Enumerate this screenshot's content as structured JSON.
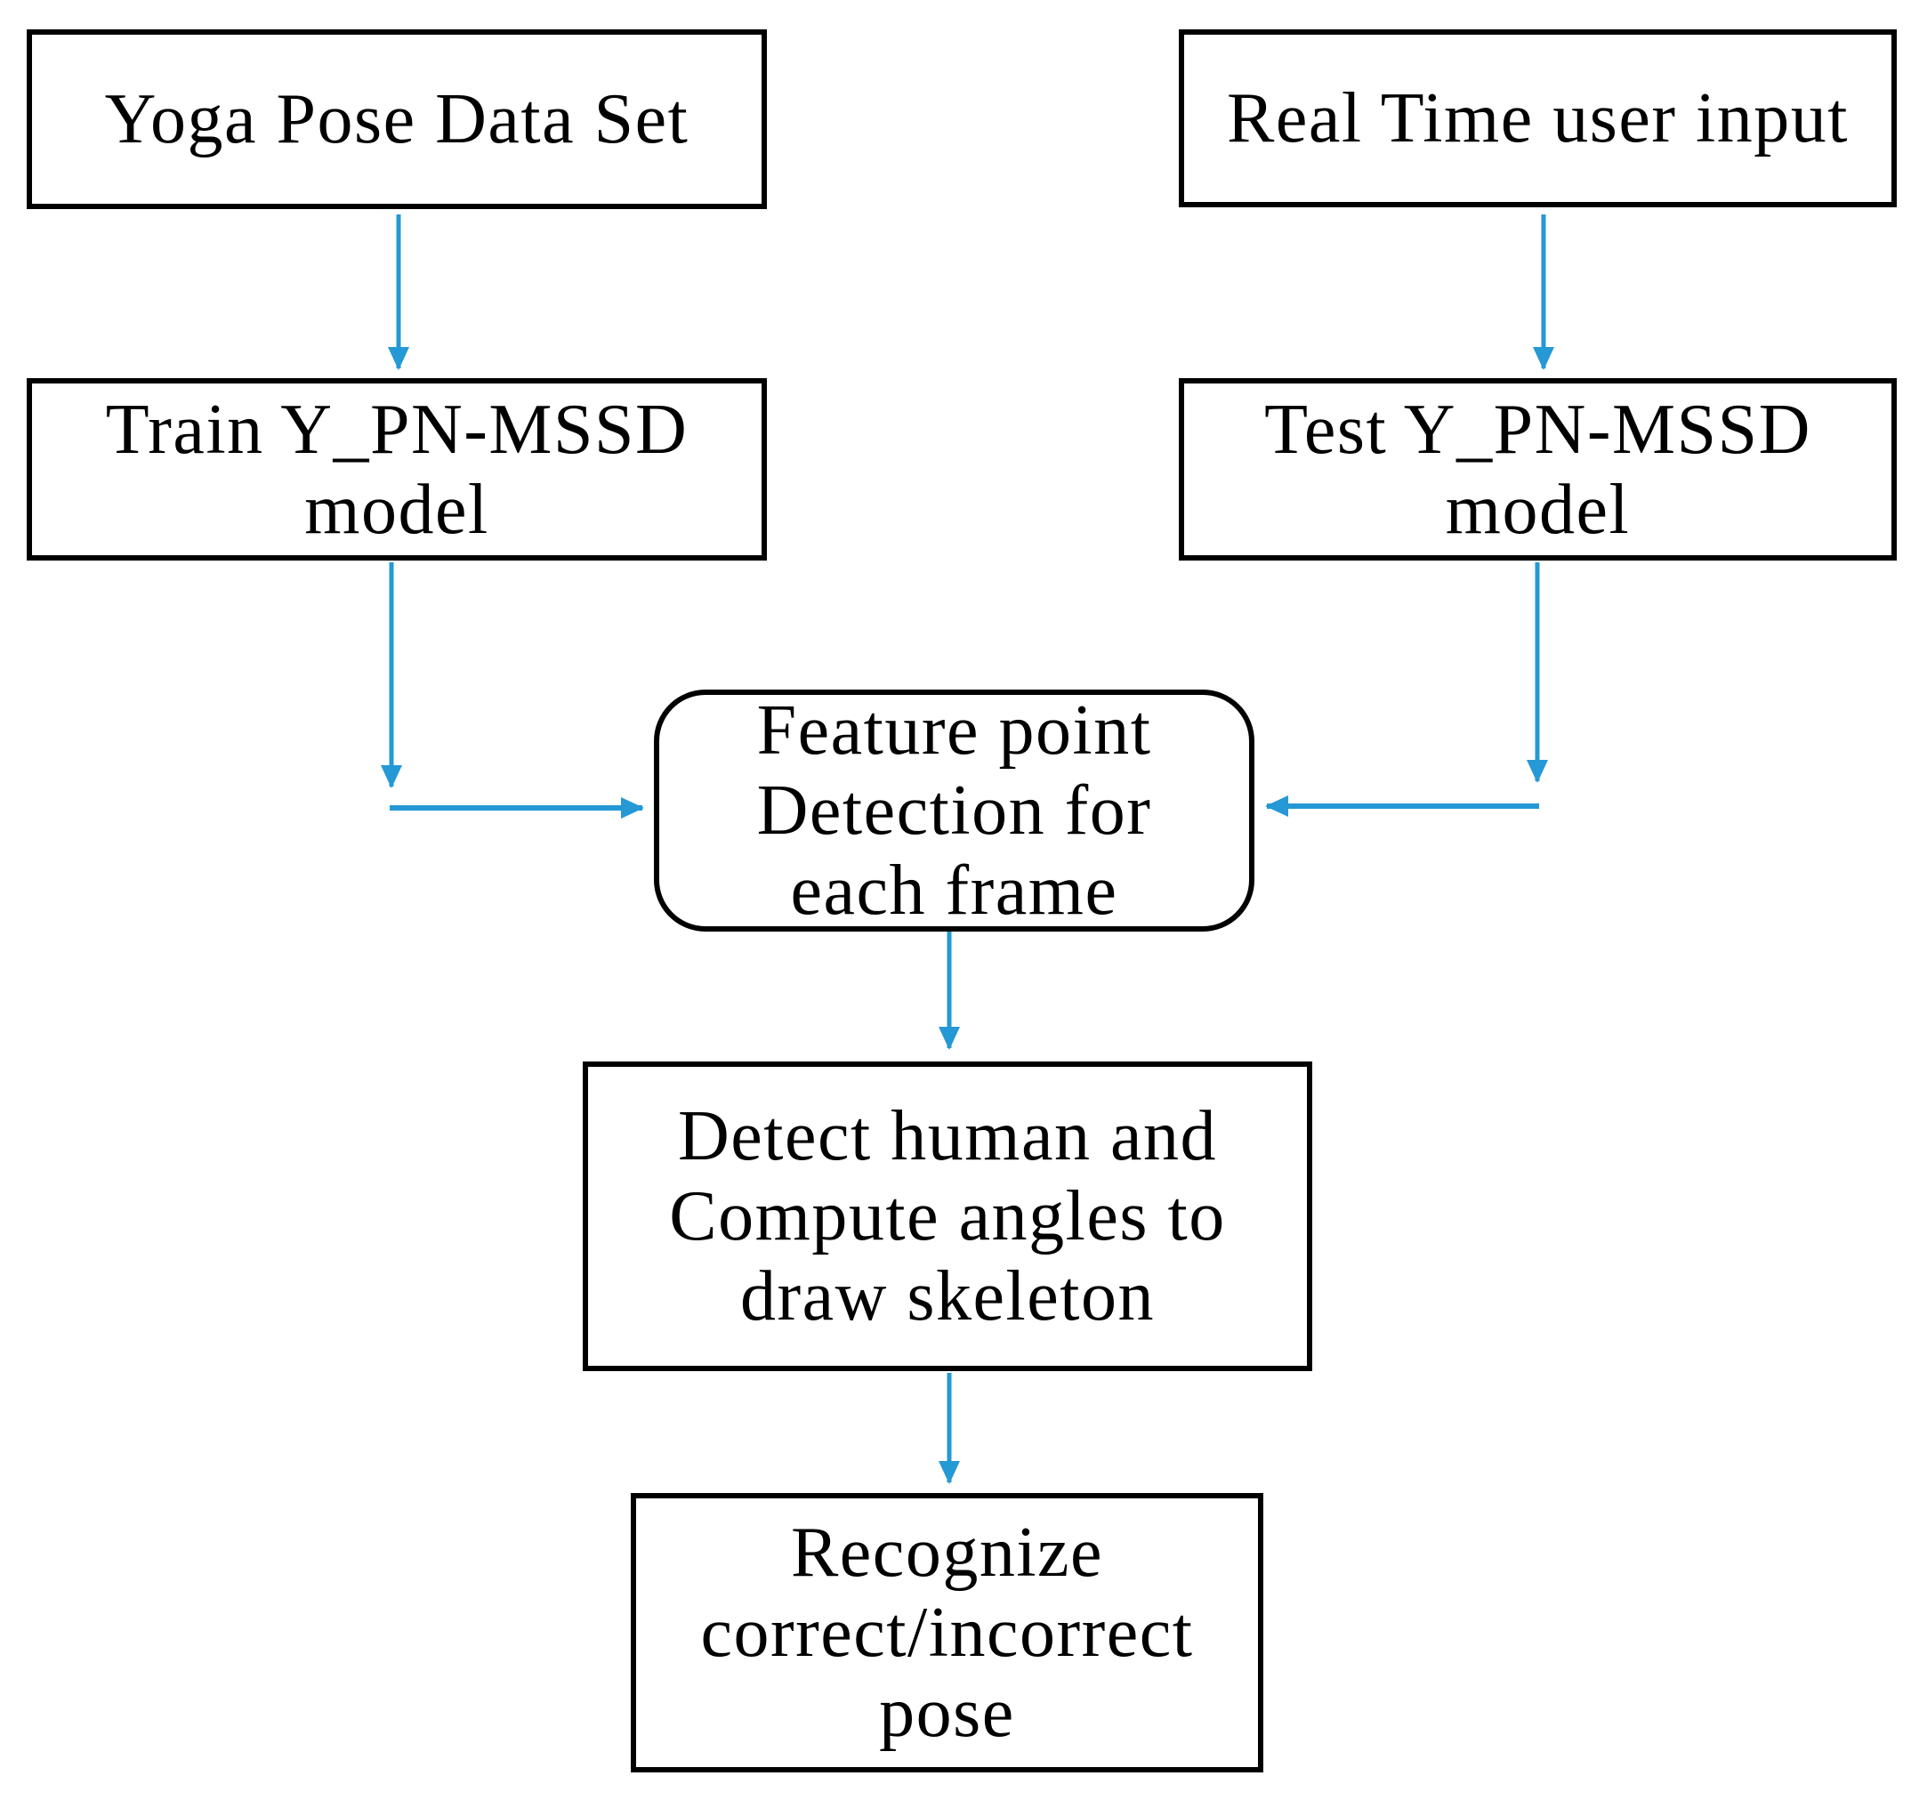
{
  "diagram": {
    "type": "flowchart",
    "description": "Yoga pose recognition pipeline flowchart",
    "colors": {
      "arrow": "#2598d6",
      "node_border": "#000000",
      "node_fill": "#ffffff",
      "text": "#000000"
    },
    "nodes": [
      {
        "id": "yoga-pose-data-set",
        "shape": "rect",
        "lines": [
          "Yoga Pose Data Set"
        ]
      },
      {
        "id": "real-time-user-input",
        "shape": "rect",
        "lines": [
          "Real Time user input"
        ]
      },
      {
        "id": "train-model",
        "shape": "rect",
        "lines": [
          "Train Y_PN-MSSD",
          "model"
        ]
      },
      {
        "id": "test-model",
        "shape": "rect",
        "lines": [
          "Test Y_PN-MSSD",
          "model"
        ]
      },
      {
        "id": "feature-point-detection",
        "shape": "rounded",
        "lines": [
          "Feature point",
          "Detection for",
          "each frame"
        ]
      },
      {
        "id": "detect-human-compute-angles",
        "shape": "rect",
        "lines": [
          "Detect human and",
          "Compute angles to",
          "draw skeleton"
        ]
      },
      {
        "id": "recognize-pose",
        "shape": "rect",
        "lines": [
          "Recognize",
          "correct/incorrect",
          "pose"
        ]
      }
    ],
    "edges": [
      {
        "from": "yoga-pose-data-set",
        "to": "train-model"
      },
      {
        "from": "real-time-user-input",
        "to": "test-model"
      },
      {
        "from": "train-model",
        "to": "feature-point-detection"
      },
      {
        "from": "test-model",
        "to": "feature-point-detection"
      },
      {
        "from": "feature-point-detection",
        "to": "detect-human-compute-angles"
      },
      {
        "from": "detect-human-compute-angles",
        "to": "recognize-pose"
      }
    ]
  }
}
